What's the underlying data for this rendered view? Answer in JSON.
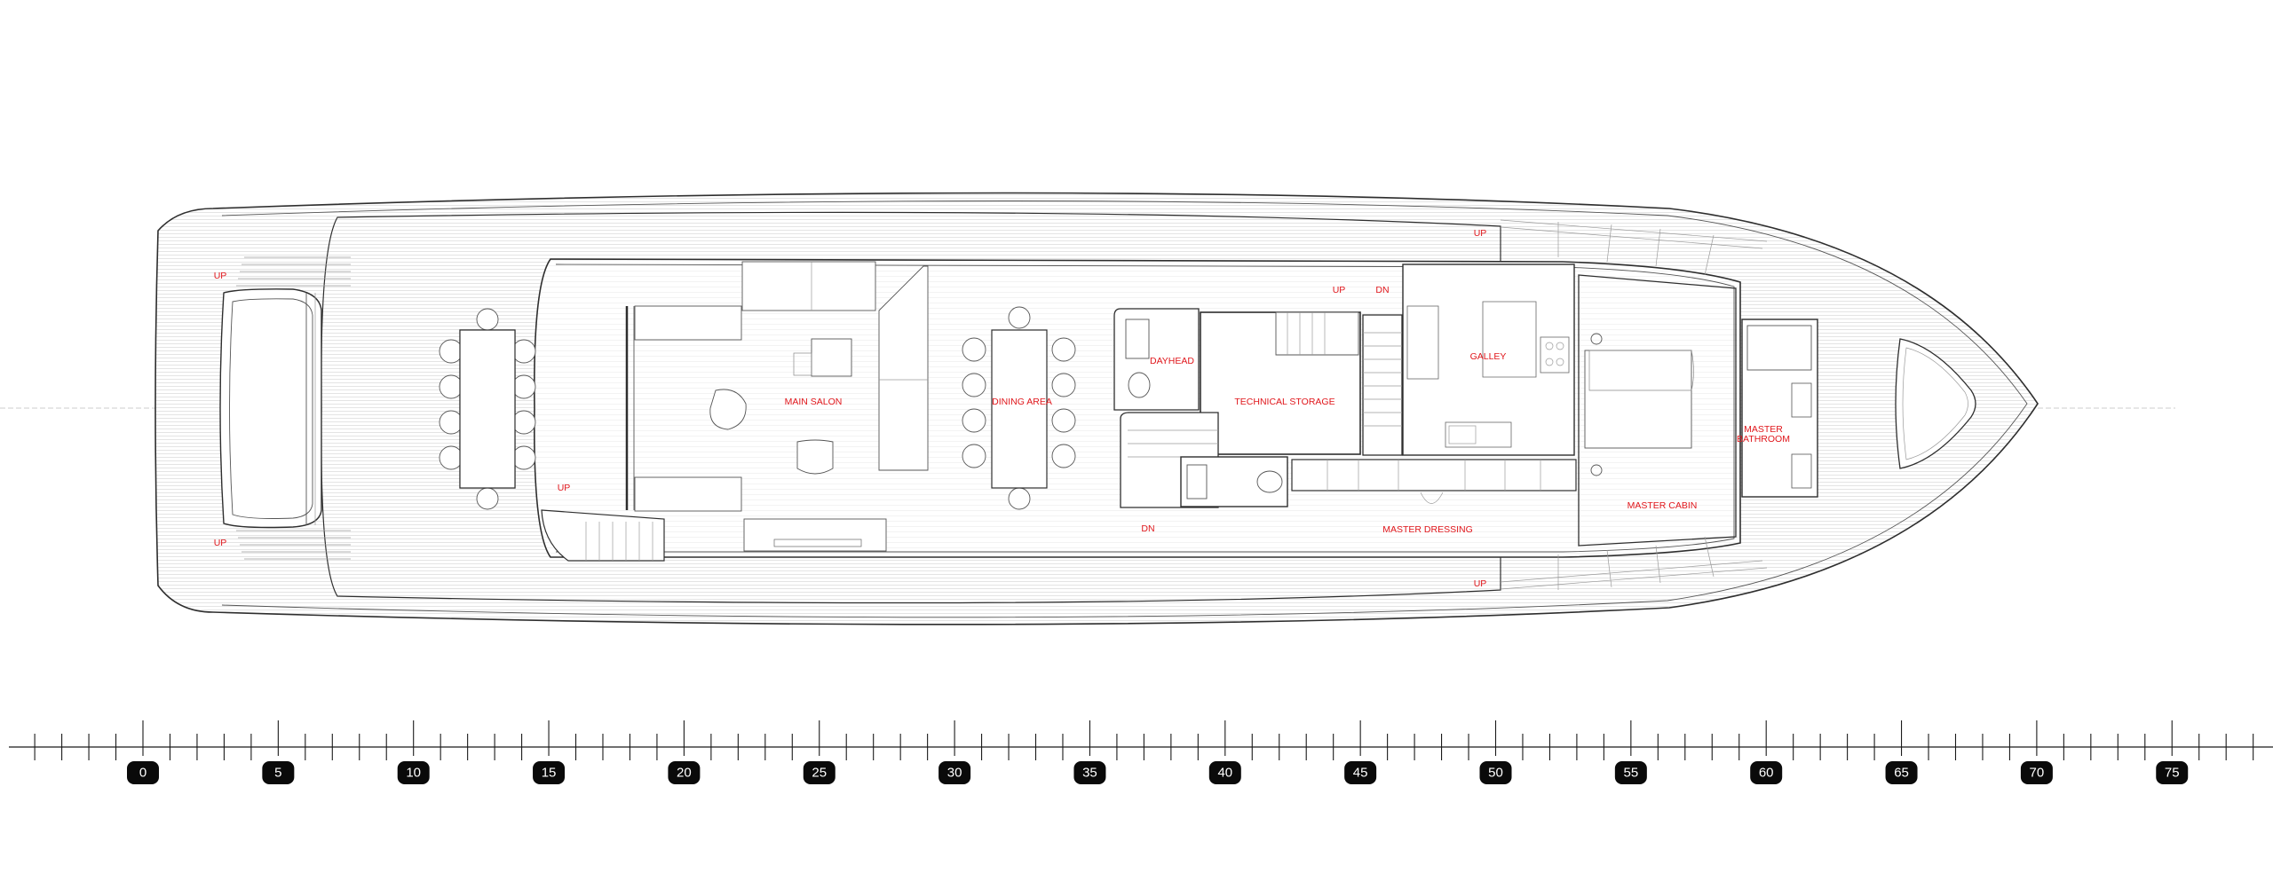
{
  "colors": {
    "label": "#e0161b",
    "ink": "#2e2e2e",
    "deck_lines": "#d6d6d6",
    "badge": "#0a0a0a"
  },
  "labels": {
    "main_salon": "MAIN SALON",
    "dining_area": "DINING AREA",
    "dayhead": "DAYHEAD",
    "technical_storage": "TECHNICAL STORAGE",
    "galley": "GALLEY",
    "master_dressing": "MASTER DRESSING",
    "master_cabin": "MASTER CABIN",
    "master_bathroom_line1": "MASTER",
    "master_bathroom_line2": "BATHROOM"
  },
  "stairs": {
    "up": "UP",
    "dn": "DN"
  },
  "ruler": {
    "ticks": [
      "0",
      "5",
      "10",
      "15",
      "20",
      "25",
      "30",
      "35",
      "40",
      "45",
      "50",
      "55",
      "60",
      "65",
      "70",
      "75"
    ]
  }
}
